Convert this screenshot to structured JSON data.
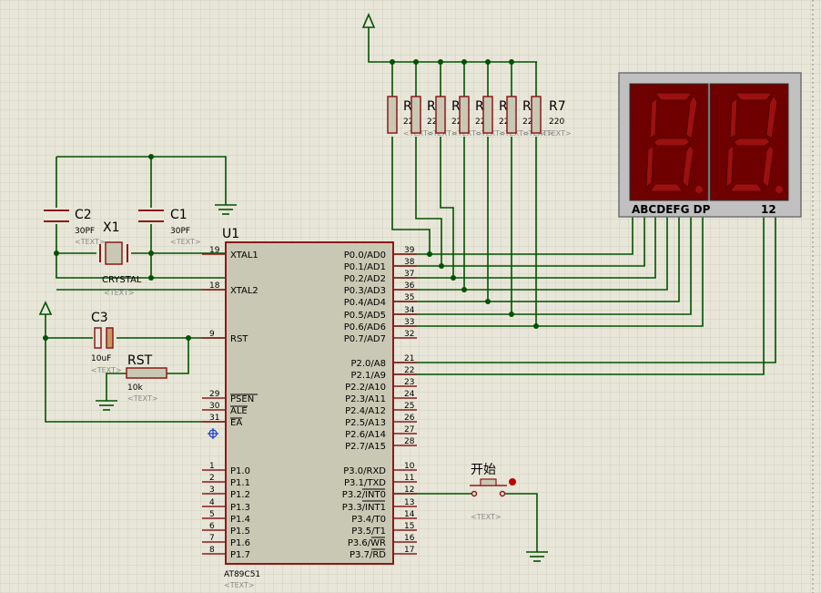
{
  "mcu": {
    "ref": "U1",
    "part": "AT89C51",
    "text_placeholder": "<TEXT>",
    "left_pins": [
      {
        "num": "19",
        "name": "XTAL1"
      },
      {
        "num": "18",
        "name": "XTAL2"
      },
      {
        "num": "9",
        "name": "RST"
      },
      {
        "num": "29",
        "name": "PSEN"
      },
      {
        "num": "30",
        "name": "ALE"
      },
      {
        "num": "31",
        "name": "EA"
      },
      {
        "num": "1",
        "name": "P1.0"
      },
      {
        "num": "2",
        "name": "P1.1"
      },
      {
        "num": "3",
        "name": "P1.2"
      },
      {
        "num": "4",
        "name": "P1.3"
      },
      {
        "num": "5",
        "name": "P1.4"
      },
      {
        "num": "6",
        "name": "P1.5"
      },
      {
        "num": "7",
        "name": "P1.6"
      },
      {
        "num": "8",
        "name": "P1.7"
      }
    ],
    "right_pins": [
      {
        "num": "39",
        "name": "P0.0/AD0"
      },
      {
        "num": "38",
        "name": "P0.1/AD1"
      },
      {
        "num": "37",
        "name": "P0.2/AD2"
      },
      {
        "num": "36",
        "name": "P0.3/AD3"
      },
      {
        "num": "35",
        "name": "P0.4/AD4"
      },
      {
        "num": "34",
        "name": "P0.5/AD5"
      },
      {
        "num": "33",
        "name": "P0.6/AD6"
      },
      {
        "num": "32",
        "name": "P0.7/AD7"
      },
      {
        "num": "21",
        "name": "P2.0/A8"
      },
      {
        "num": "22",
        "name": "P2.1/A9"
      },
      {
        "num": "23",
        "name": "P2.2/A10"
      },
      {
        "num": "24",
        "name": "P2.3/A11"
      },
      {
        "num": "25",
        "name": "P2.4/A12"
      },
      {
        "num": "26",
        "name": "P2.5/A13"
      },
      {
        "num": "27",
        "name": "P2.6/A14"
      },
      {
        "num": "28",
        "name": "P2.7/A15"
      },
      {
        "num": "10",
        "name": "P3.0/RXD"
      },
      {
        "num": "11",
        "name": "P3.1/TXD"
      },
      {
        "num": "12",
        "name": "P3.2/INT0"
      },
      {
        "num": "13",
        "name": "P3.3/INT1"
      },
      {
        "num": "14",
        "name": "P3.4/T0"
      },
      {
        "num": "15",
        "name": "P3.5/T1"
      },
      {
        "num": "16",
        "name": "P3.6/WR"
      },
      {
        "num": "17",
        "name": "P3.7/RD"
      }
    ]
  },
  "components": {
    "c2": {
      "ref": "C2",
      "value": "30PF",
      "text": "<TEXT>"
    },
    "c1": {
      "ref": "C1",
      "value": "30PF",
      "text": "<TEXT>"
    },
    "x1": {
      "ref": "X1",
      "value": "CRYSTAL",
      "text": "<TEXT>"
    },
    "c3": {
      "ref": "C3",
      "value": "10uF",
      "text": "<TEXT>"
    },
    "rst": {
      "ref": "RST",
      "value": "10k",
      "text": "<TEXT>"
    },
    "r7": {
      "ref": "R7",
      "value": "220",
      "text": "<TEXT>"
    },
    "other_resistors": {
      "ref_partial": "R",
      "value_partial": "22",
      "text_partial": "<TEXT>"
    },
    "button": {
      "label": "开始",
      "text": "<TEXT>"
    },
    "display": {
      "segments_label": "ABCDEFG DP",
      "digits_label": "12",
      "color_bg": "#6e0000",
      "color_seg": "#9c1010"
    }
  },
  "colors": {
    "wire": "#005200",
    "body": "#c8c8b4",
    "outline": "#8b1a1a",
    "grid": "#d2d0c0",
    "text": "#000000",
    "placeholder": "#8a8a8a"
  }
}
